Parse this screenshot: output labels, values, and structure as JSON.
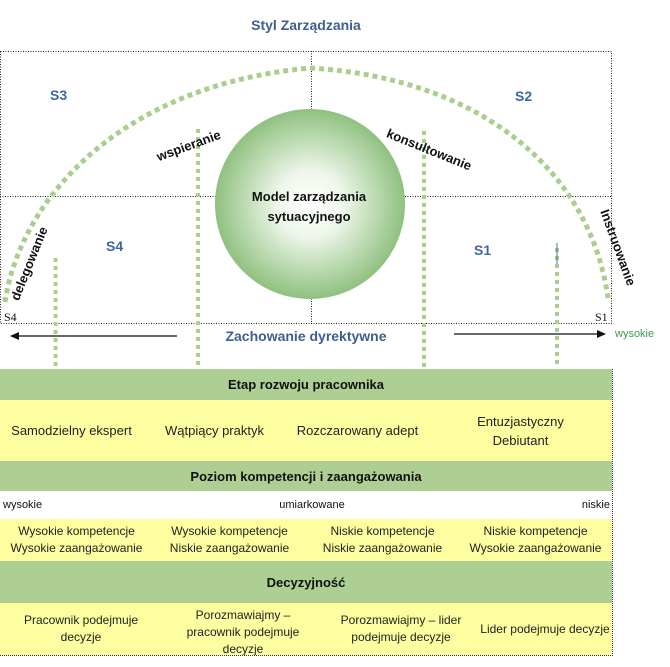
{
  "diagram": {
    "title": "Styl Zarządzania",
    "quadrants": {
      "s3": "S3",
      "s2": "S2",
      "s4": "S4",
      "s1": "S1"
    },
    "center_label_line1": "Model zarządzania",
    "center_label_line2": "sytuacyjnego",
    "arc_labels": {
      "delegowanie": "delegowanie",
      "wspieranie": "wspieranie",
      "konsultowanie": "konsultowanie",
      "instruowanie": "Instruowanie"
    },
    "corner_left": "S4",
    "corner_right": "S1",
    "axis_label": "Zachowanie dyrektywne",
    "axis_high_label": "wysokie",
    "colors": {
      "title_blue": "#3e5f8e",
      "dots_green": "#a9cf8f",
      "header_green": "#aecf94",
      "cell_yellow": "#fdfea0"
    }
  },
  "table": {
    "stage_header": "Etap rozwoju pracownika",
    "stages": [
      "Samodzielny ekspert",
      "Wątpiący praktyk",
      "Rozczarowany adept",
      "Entuzjastyczny Debiutant"
    ],
    "competence_header": "Poziom kompetencji i zaangażowania",
    "levels": {
      "left": "wysokie",
      "middle": "umiarkowane",
      "right": "niskie"
    },
    "competence": [
      {
        "line1": "Wysokie kompetencje",
        "line2": "Wysokie zaangażowanie"
      },
      {
        "line1": "Wysokie kompetencje",
        "line2": "Niskie zaangażowanie"
      },
      {
        "line1": "Niskie kompetencje",
        "line2": "Niskie zaangażowanie"
      },
      {
        "line1": "Niskie kompetencje",
        "line2": "Wysokie zaangażowanie"
      }
    ],
    "decision_header": "Decyzyjność",
    "decisions": [
      "Pracownik podejmuje decyzje",
      "Porozmawiajmy – pracownik podejmuje decyzje",
      "Porozmawiajmy – lider podejmuje decyzje",
      "Lider podejmuje decyzje"
    ]
  }
}
